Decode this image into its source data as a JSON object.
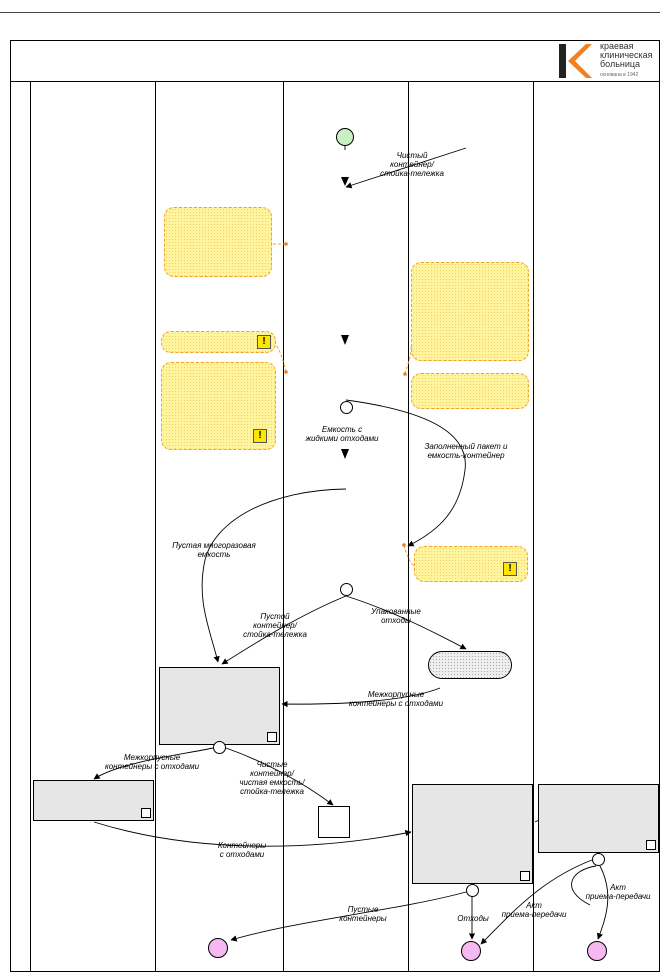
{
  "logo": {
    "line1": "краевая",
    "line2": "клиническая",
    "line3": "больница",
    "founded": "основана в 1942",
    "accent": "#f08020"
  },
  "labels": {
    "clean_container": "Чистый\nконтейнер/\nстойка-тележка",
    "liquid_waste": "Емкость с\nжидкими отходами",
    "filled_bag": "Заполненный пакет и\nемкость-контейнер",
    "empty_disposable": "Пустая многоразовая\nемкость",
    "empty_container": "Пустой\nконтейнер/\nстойка-тележка",
    "packed_waste": "Упакованные\nотходы",
    "inter_containers_right": "Межкорпусные\nконтейнеры с отходами",
    "inter_containers_left": "Межкорпусные\nконтейнеры с отходами",
    "clean_container_2": "Чистые\nконтейнер/\nчистая емкость/\nстойка-тележка",
    "containers_with_waste": "Контейнеры\nс отходами",
    "empty_containers": "Пустые\nконтейнеры",
    "waste": "Отходы",
    "act_1": "Акт\nприема-передачи",
    "act_2": "Акт\nприема-передачи"
  },
  "colors": {
    "note_fill": "#fff5a0",
    "note_border": "#f0a030",
    "start": "#c8f0c0",
    "end": "#f5b8f0",
    "process": "#e6e6e6"
  }
}
